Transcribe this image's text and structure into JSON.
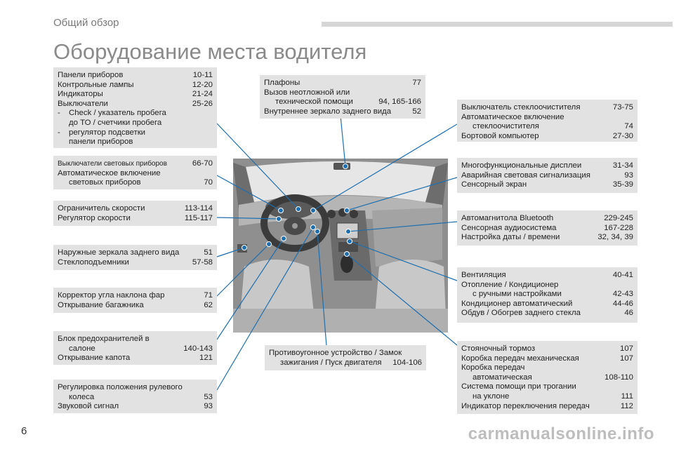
{
  "header": {
    "section": "Общий обзор"
  },
  "title": "Оборудование места водителя",
  "page_number": "6",
  "watermark": "carmanualsonline.info",
  "boxes": {
    "instruments": {
      "rows": [
        {
          "label": "Панели приборов",
          "page": "10-11"
        },
        {
          "label": "Контрольные лампы",
          "page": "12-20"
        },
        {
          "label": "Индикаторы",
          "page": "21-24"
        },
        {
          "label": "Выключатели",
          "page": "25-26"
        }
      ],
      "bullets": [
        {
          "dash": "-",
          "line1": "Check / указатель пробега",
          "line2": "до ТО / счетчики пробега"
        },
        {
          "dash": "-",
          "line1": "регулятор подсветки",
          "line2": "панели приборов"
        }
      ]
    },
    "lighting": {
      "r1": {
        "label": "Выключатели световых приборов",
        "page": "66-70"
      },
      "r2": {
        "line1": "Автоматическое включение",
        "line2": "световых приборов",
        "page": "70"
      }
    },
    "speed": {
      "rows": [
        {
          "label": "Ограничитель скорости",
          "page": "113-114"
        },
        {
          "label": "Регулятор скорости",
          "page": "115-117"
        }
      ]
    },
    "mirrors": {
      "rows": [
        {
          "label": "Наружные зеркала заднего вида",
          "page": "51"
        },
        {
          "label": "Стеклоподъемники",
          "page": "57-58"
        }
      ]
    },
    "headlamp": {
      "rows": [
        {
          "label": "Корректор угла наклона фар",
          "page": "71"
        },
        {
          "label": "Открывание багажника",
          "page": "62"
        }
      ]
    },
    "fuses": {
      "r1": {
        "line1": "Блок предохранителей в",
        "line2": "салоне",
        "page": "140-143"
      },
      "r2": {
        "label": "Открывание капота",
        "page": "121"
      }
    },
    "steering": {
      "r1": {
        "line1": "Регулировка положения рулевого",
        "line2": "колеса",
        "page": "53"
      },
      "r2": {
        "label": "Звуковой сигнал",
        "page": "93"
      }
    },
    "ceiling": {
      "r1": {
        "label": "Плафоны",
        "page": "77"
      },
      "r2": {
        "line1": "Вызов неотложной или",
        "line2": "технической помощи",
        "page": "94, 165-166"
      },
      "r3": {
        "label": "Внутреннее зеркало заднего вида",
        "page": "52"
      }
    },
    "antitheft": {
      "line1": "Противоугонное устройство / Замок",
      "line2": "зажигания / Пуск двигателя",
      "page": "104-106"
    },
    "wiper": {
      "r1": {
        "label": "Выключатель стеклоочистителя",
        "page": "73-75"
      },
      "r2": {
        "line1": "Автоматическое включение",
        "line2": "стеклоочистителя",
        "page": "74"
      },
      "r3": {
        "label": "Бортовой компьютер",
        "page": "27-30"
      }
    },
    "display": {
      "rows": [
        {
          "label": "Многофункциональные дисплеи",
          "page": "31-34"
        },
        {
          "label": "Аварийная световая сигнализация",
          "page": "93"
        },
        {
          "label": "Сенсорный экран",
          "page": "35-39"
        }
      ]
    },
    "audio": {
      "rows": [
        {
          "label": "Автомагнитола Bluetooth",
          "page": "229-245"
        },
        {
          "label": "Сенсорная аудиосистема",
          "page": "167-228"
        },
        {
          "label": "Настройка даты / времени",
          "page": "32, 34, 39"
        }
      ]
    },
    "climate": {
      "r1": {
        "label": "Вентиляция",
        "page": "40-41"
      },
      "r2": {
        "line1": "Отопление / Кондиционер",
        "line2": "с ручными настройками",
        "page": "42-43"
      },
      "r3": {
        "label": "Кондиционер автоматический",
        "page": "44-46"
      },
      "r4": {
        "label": "Обдув / Обогрев заднего стекла",
        "page": "46"
      }
    },
    "transmission": {
      "r1": {
        "label": "Стояночный тормоз",
        "page": "107"
      },
      "r2": {
        "label": "Коробка передач механическая",
        "page": "107"
      },
      "r3": {
        "line1": "Коробка передач",
        "line2": "автоматическая",
        "page": "108-110"
      },
      "r4": {
        "line1": "Система помощи при трогании",
        "line2": "на уклоне",
        "page": "111"
      },
      "r5": {
        "label": "Индикатор переключения передач",
        "page": "112"
      }
    }
  },
  "colors": {
    "box": "#e2e2e2",
    "leader": "#1d6fb0",
    "dot": "#1d6fb0",
    "title": "#8a8a8a"
  }
}
